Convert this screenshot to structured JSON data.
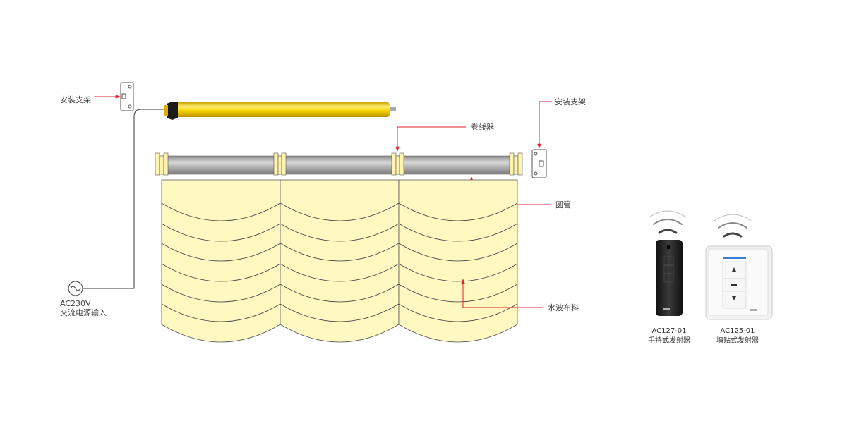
{
  "labels": {
    "bracket_left": "安装支架",
    "bracket_right": "安装支架",
    "winder": "卷线器",
    "tube": "圆管",
    "fabric": "水波布料",
    "power_voltage": "AC230V",
    "power_desc": "交流电源输入"
  },
  "remotes": [
    {
      "model": "AC127-01",
      "desc": "手持式发射器"
    },
    {
      "model": "AC125-01",
      "desc": "墙贴式发射器"
    }
  ],
  "colors": {
    "arrow": "#e0202a",
    "motor": "#f5d000",
    "fabric": "#fff8c0",
    "tube": "#b8b8b8"
  },
  "icons": {
    "power": "ac-source-icon",
    "signal": "wifi-signal-icon"
  }
}
